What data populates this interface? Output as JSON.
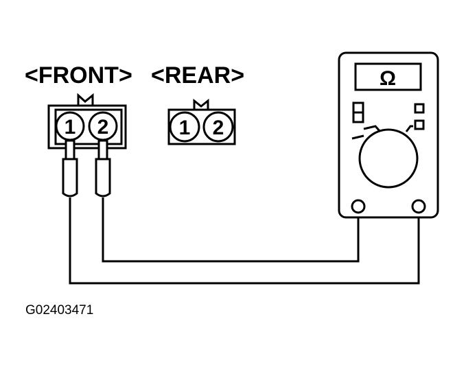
{
  "labels": {
    "front": "<FRONT>",
    "rear": "<REAR>",
    "figure_code": "G02403471"
  },
  "front_connector": {
    "pins": [
      "1",
      "2"
    ]
  },
  "rear_connector": {
    "pins": [
      "1",
      "2"
    ]
  },
  "meter": {
    "display_symbol": "Ω"
  },
  "colors": {
    "line": "#000000",
    "background": "#ffffff"
  }
}
